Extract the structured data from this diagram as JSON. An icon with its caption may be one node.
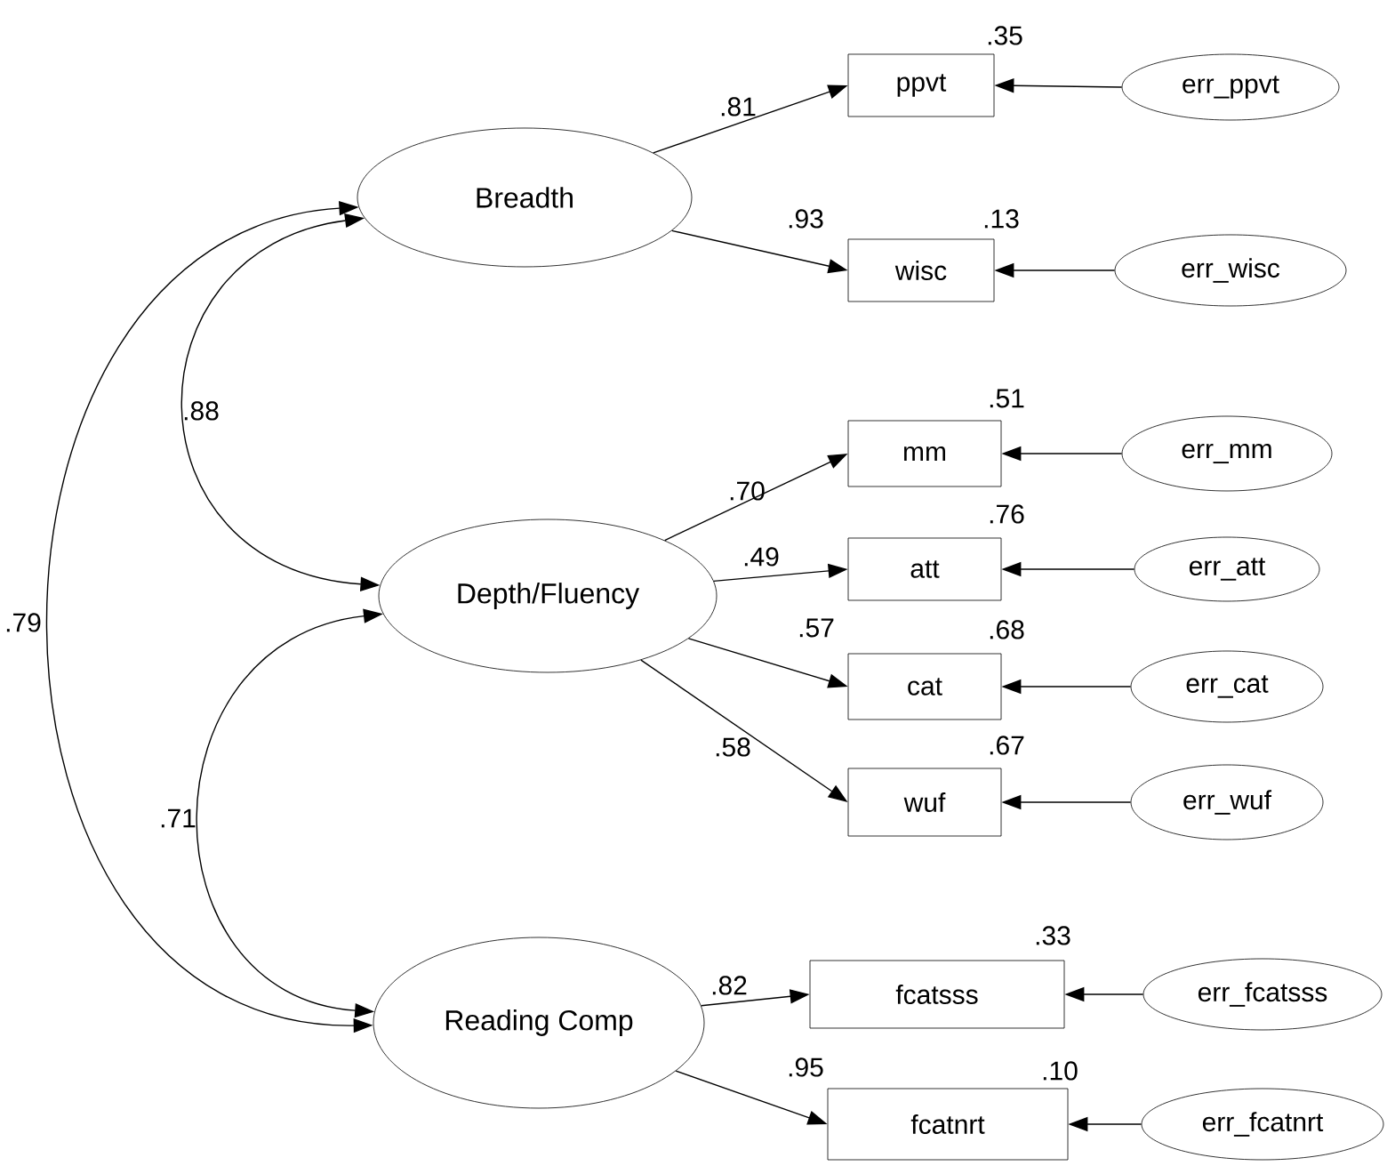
{
  "diagram": {
    "nodes": [
      {
        "text": [
          "Breadth"
        ]
      },
      {
        "text": [
          "ppvt"
        ],
        "beside": [
          ".35"
        ]
      },
      {
        "text": [
          "err_ppvt"
        ]
      },
      {
        "text": [
          "wisc"
        ],
        "beside": [
          ".13"
        ]
      },
      {
        "text": [
          "err_wisc"
        ]
      },
      {
        "text": [
          "Depth/Fluency"
        ]
      },
      {
        "text": [
          "mm"
        ],
        "beside": [
          ".51"
        ]
      },
      {
        "text": [
          "err_mm"
        ]
      },
      {
        "text": [
          "att"
        ],
        "beside": [
          ".76"
        ]
      },
      {
        "text": [
          "err_att"
        ]
      },
      {
        "text": [
          "cat"
        ],
        "beside": [
          ".68"
        ]
      },
      {
        "text": [
          "err_cat"
        ]
      },
      {
        "text": [
          "wuf"
        ],
        "beside": [
          ".67"
        ]
      },
      {
        "text": [
          "err_wuf"
        ]
      },
      {
        "text": [
          "Reading Comp"
        ]
      },
      {
        "text": [
          "fcatsss"
        ],
        "beside": [
          ".33"
        ]
      },
      {
        "text": [
          "err_fcatsss"
        ]
      },
      {
        "text": [
          "fcatnrt"
        ],
        "beside": [
          ".10"
        ]
      },
      {
        "text": [
          "err_fcatnrt"
        ]
      }
    ],
    "edges": [
      {
        "from": 0,
        "to": 1,
        "arrow": "to",
        "label": ".81"
      },
      {
        "from": 0,
        "to": 3,
        "arrow": "to",
        "label": ".93"
      },
      {
        "from": 2,
        "to": 1,
        "arrow": "to"
      },
      {
        "from": 4,
        "to": 3,
        "arrow": "to"
      },
      {
        "from": 5,
        "to": 6,
        "arrow": "to",
        "label": ".70"
      },
      {
        "from": 5,
        "to": 8,
        "arrow": "to",
        "label": ".49"
      },
      {
        "from": 5,
        "to": 10,
        "arrow": "to",
        "label": ".57"
      },
      {
        "from": 5,
        "to": 12,
        "arrow": "to",
        "label": ".58"
      },
      {
        "from": 7,
        "to": 6,
        "arrow": "to"
      },
      {
        "from": 9,
        "to": 8,
        "arrow": "to"
      },
      {
        "from": 11,
        "to": 10,
        "arrow": "to"
      },
      {
        "from": 13,
        "to": 12,
        "arrow": "to"
      },
      {
        "from": 14,
        "to": 15,
        "arrow": "to",
        "label": ".82"
      },
      {
        "from": 14,
        "to": 17,
        "arrow": "to",
        "label": ".95"
      },
      {
        "from": 16,
        "to": 15,
        "arrow": "to"
      },
      {
        "from": 18,
        "to": 17,
        "arrow": "to"
      },
      {
        "from": 0,
        "to": 5,
        "arrow": "both",
        "label": ".88"
      },
      {
        "from": 0,
        "to": 14,
        "arrow": "both",
        "label": ".79"
      },
      {
        "from": 5,
        "to": 14,
        "arrow": "both",
        "label": ".71"
      }
    ]
  }
}
